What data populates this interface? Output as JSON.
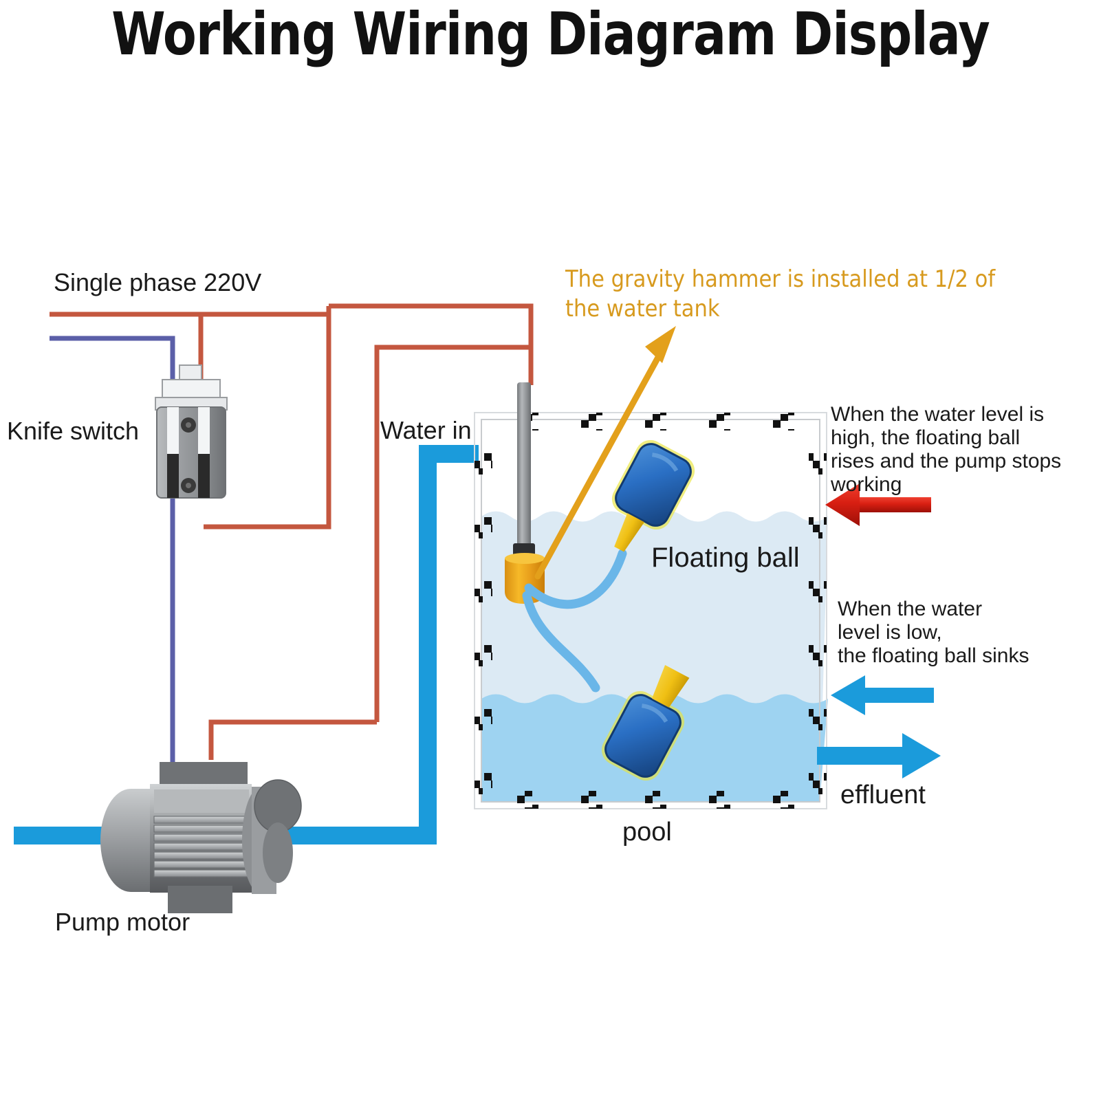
{
  "page": {
    "title": "Working Wiring Diagram Display",
    "background_color": "#ffffff"
  },
  "colors": {
    "title_text": "#111111",
    "label_text": "#1a1a1a",
    "annotation_gold": "#d79a1e",
    "live_wire_red": "#c4573f",
    "neutral_wire_blue": "#5b5fa8",
    "water_pipe_blue": "#1b9bdb",
    "arrow_red": "#d81f12",
    "tank_water_high": "#dceaf4",
    "tank_water_low": "#9ed3f1",
    "metal_gray": "#8f9194",
    "float_ball_blue": "#2a6fc4",
    "gravity_hammer_orange": "#e9a01c"
  },
  "labels": {
    "supply": "Single phase 220V",
    "knife_switch": "Knife switch",
    "pump_motor": "Pump motor",
    "water_in": "Water in",
    "floating_ball": "Floating ball",
    "pool": "pool",
    "effluent": "effluent"
  },
  "annotations": {
    "gravity_hammer": "The gravity hammer is installed at 1/2 of\nthe water tank",
    "high_level": "When the water level is\nhigh, the floating ball\nrises and the pump stops\nworking",
    "low_level": "When the water\nlevel is low,\nthe floating ball sinks"
  },
  "diagram": {
    "type": "wiring-schematic",
    "components": [
      {
        "name": "knife-switch",
        "label": "Knife switch"
      },
      {
        "name": "pump-motor",
        "label": "Pump motor"
      },
      {
        "name": "water-tank",
        "label": "pool"
      },
      {
        "name": "gravity-hammer",
        "label": "gravity hammer"
      },
      {
        "name": "float-switch-upper",
        "label": "Floating ball"
      },
      {
        "name": "float-switch-lower",
        "label": "Floating ball"
      }
    ],
    "arrows": [
      {
        "name": "water-in-arrow",
        "color": "#1b9bdb",
        "direction": "right"
      },
      {
        "name": "effluent-arrow",
        "color": "#1b9bdb",
        "direction": "right"
      },
      {
        "name": "high-level-arrow",
        "color": "#d81f12",
        "direction": "left"
      },
      {
        "name": "low-level-arrow",
        "color": "#1b9bdb",
        "direction": "left"
      },
      {
        "name": "gravity-hammer-pointer",
        "color": "#d79a1e",
        "direction": "up-right"
      }
    ],
    "water_levels": {
      "high": "1/2 tank",
      "low": "low"
    }
  }
}
